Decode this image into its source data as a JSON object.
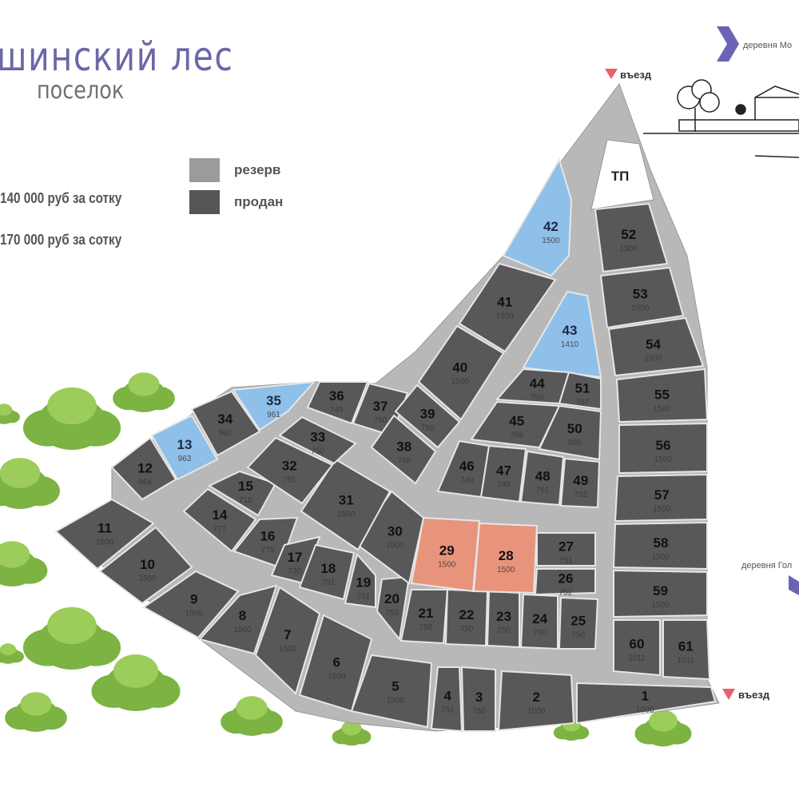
{
  "header": {
    "title": "шинский лес",
    "subtitle": "поселок"
  },
  "legend": [
    {
      "label": "резерв",
      "color": "#9b9b9b"
    },
    {
      "label": "продан",
      "color": "#555557"
    }
  ],
  "prices": [
    {
      "label": "140 000 руб за сотку",
      "color": "#8fc0ea"
    },
    {
      "label": "170 000 руб за сотку",
      "color": "#e8937b"
    }
  ],
  "colors": {
    "sold": "#58585a",
    "road": "#b8b8b8",
    "blue": "#8fc0ea",
    "salmon": "#e8937b",
    "accent": "#6b63b5",
    "entrance": "#e8606a"
  },
  "map": {
    "entrance_top": "въезд",
    "entrance_bottom": "въезд",
    "substation": "ТП",
    "village_top": "деревня Мо",
    "village_right": "деревня Гол",
    "plots": [
      {
        "n": "1",
        "area": "1000",
        "status": "sold"
      },
      {
        "n": "2",
        "area": "1000",
        "status": "sold"
      },
      {
        "n": "3",
        "area": "750",
        "status": "sold"
      },
      {
        "n": "4",
        "area": "751",
        "status": "sold"
      },
      {
        "n": "5",
        "area": "1500",
        "status": "sold"
      },
      {
        "n": "6",
        "area": "1500",
        "status": "sold"
      },
      {
        "n": "7",
        "area": "1500",
        "status": "sold"
      },
      {
        "n": "8",
        "area": "1500",
        "status": "sold"
      },
      {
        "n": "9",
        "area": "1500",
        "status": "sold"
      },
      {
        "n": "10",
        "area": "1500",
        "status": "sold"
      },
      {
        "n": "11",
        "area": "1500",
        "status": "sold"
      },
      {
        "n": "12",
        "area": "964",
        "status": "sold"
      },
      {
        "n": "13",
        "area": "963",
        "status": "blue"
      },
      {
        "n": "14",
        "area": "777",
        "status": "sold"
      },
      {
        "n": "15",
        "area": "710",
        "status": "sold"
      },
      {
        "n": "16",
        "area": "775",
        "status": "sold"
      },
      {
        "n": "17",
        "area": "730",
        "status": "sold"
      },
      {
        "n": "18",
        "area": "751",
        "status": "sold"
      },
      {
        "n": "19",
        "area": "751",
        "status": "sold"
      },
      {
        "n": "20",
        "area": "750",
        "status": "sold"
      },
      {
        "n": "21",
        "area": "750",
        "status": "sold"
      },
      {
        "n": "22",
        "area": "750",
        "status": "sold"
      },
      {
        "n": "23",
        "area": "750",
        "status": "sold"
      },
      {
        "n": "24",
        "area": "750",
        "status": "sold"
      },
      {
        "n": "25",
        "area": "750",
        "status": "sold"
      },
      {
        "n": "26",
        "area": "752",
        "status": "sold"
      },
      {
        "n": "27",
        "area": "751",
        "status": "sold"
      },
      {
        "n": "28",
        "area": "1500",
        "status": "salmon"
      },
      {
        "n": "29",
        "area": "1500",
        "status": "salmon"
      },
      {
        "n": "30",
        "area": "1500",
        "status": "sold"
      },
      {
        "n": "31",
        "area": "1500",
        "status": "sold"
      },
      {
        "n": "32",
        "area": "751",
        "status": "sold"
      },
      {
        "n": "33",
        "area": "750",
        "status": "sold"
      },
      {
        "n": "34",
        "area": "962",
        "status": "sold"
      },
      {
        "n": "35",
        "area": "961",
        "status": "blue"
      },
      {
        "n": "36",
        "area": "749",
        "status": "sold"
      },
      {
        "n": "37",
        "area": "750",
        "status": "sold"
      },
      {
        "n": "38",
        "area": "748",
        "status": "sold"
      },
      {
        "n": "39",
        "area": "750",
        "status": "sold"
      },
      {
        "n": "40",
        "area": "1500",
        "status": "sold"
      },
      {
        "n": "41",
        "area": "1500",
        "status": "sold"
      },
      {
        "n": "42",
        "area": "1500",
        "status": "blue"
      },
      {
        "n": "43",
        "area": "1410",
        "status": "blue"
      },
      {
        "n": "44",
        "area": "759",
        "status": "sold"
      },
      {
        "n": "45",
        "area": "759",
        "status": "sold"
      },
      {
        "n": "46",
        "area": "749",
        "status": "sold"
      },
      {
        "n": "47",
        "area": "749",
        "status": "sold"
      },
      {
        "n": "48",
        "area": "751",
        "status": "sold"
      },
      {
        "n": "49",
        "area": "752",
        "status": "sold"
      },
      {
        "n": "50",
        "area": "800",
        "status": "sold"
      },
      {
        "n": "51",
        "area": "707",
        "status": "sold"
      },
      {
        "n": "52",
        "area": "1500",
        "status": "sold"
      },
      {
        "n": "53",
        "area": "1500",
        "status": "sold"
      },
      {
        "n": "54",
        "area": "1500",
        "status": "sold"
      },
      {
        "n": "55",
        "area": "1500",
        "status": "sold"
      },
      {
        "n": "56",
        "area": "1500",
        "status": "sold"
      },
      {
        "n": "57",
        "area": "1500",
        "status": "sold"
      },
      {
        "n": "58",
        "area": "1500",
        "status": "sold"
      },
      {
        "n": "59",
        "area": "1500",
        "status": "sold"
      },
      {
        "n": "60",
        "area": "1011",
        "status": "sold"
      },
      {
        "n": "61",
        "area": "1011",
        "status": "sold"
      }
    ]
  }
}
